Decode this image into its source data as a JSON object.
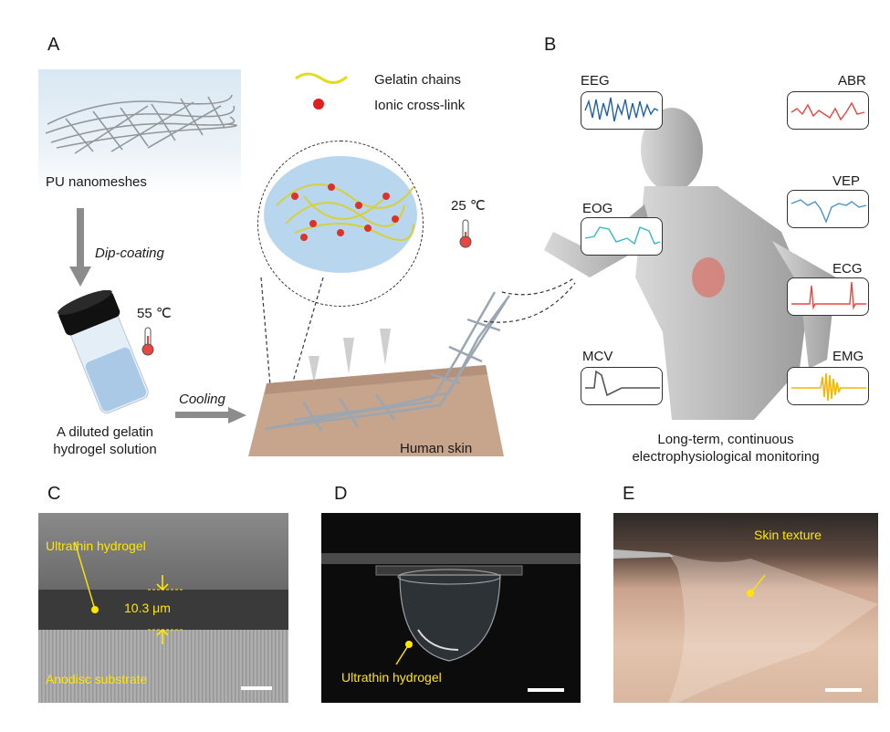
{
  "panels": {
    "A": "A",
    "B": "B",
    "C": "C",
    "D": "D",
    "E": "E"
  },
  "panel_a": {
    "pu_label": "PU nanomeshes",
    "dip_label": "Dip-coating",
    "temp_hot": "55 ℃",
    "solution_label": "A diluted gelatin hydrogel solution",
    "cooling_label": "Cooling",
    "legend_chains": "Gelatin chains",
    "legend_crosslink": "Ionic cross-link",
    "temp_cool": "25 ℃",
    "skin_label": "Human skin"
  },
  "panel_b": {
    "signals": [
      "EEG",
      "ABR",
      "EOG",
      "VEP",
      "ECG",
      "MCV",
      "EMG"
    ],
    "caption": "Long-term, continuous electrophysiological monitoring",
    "colors": {
      "EEG": "#1f5fa8",
      "ABR": "#e8473f",
      "EOG": "#37b6c4",
      "VEP": "#4a93c8",
      "ECG": "#e8473f",
      "MCV": "#555555",
      "EMG": "#f2b705"
    }
  },
  "panel_c": {
    "hydrogel": "Ultrathin hydrogel",
    "thickness": "10.3 μm",
    "substrate": "Anodisc substrate"
  },
  "panel_d": {
    "hydrogel": "Ultrathin hydrogel"
  },
  "panel_e": {
    "texture": "Skin texture"
  }
}
